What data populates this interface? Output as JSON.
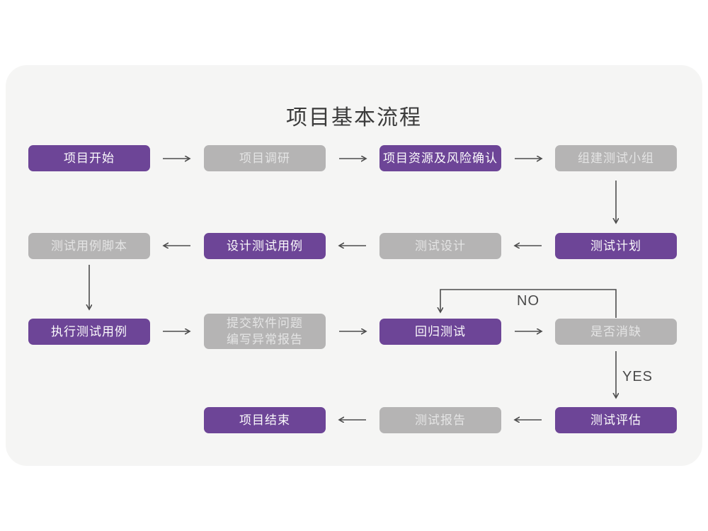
{
  "title": "项目基本流程",
  "colors": {
    "page_bg": "#FFFFFF",
    "card_bg": "#F5F5F4",
    "purple": "#6D4597",
    "gray": "#B5B4B4",
    "node_text_purple": "#FBFAFC",
    "node_text_gray": "#E4E4E4",
    "arrow": "#4D4D4D",
    "title_text": "#3B3B3B",
    "edge_label_text": "#4A4A4A"
  },
  "edge_labels": {
    "no": "NO",
    "yes": "YES"
  },
  "nodes": [
    {
      "id": "project-start",
      "label": "项目开始",
      "variant": "purple"
    },
    {
      "id": "project-research",
      "label": "项目调研",
      "variant": "gray"
    },
    {
      "id": "project-resource-risk",
      "label": "项目资源及风险确认",
      "variant": "purple"
    },
    {
      "id": "build-test-team",
      "label": "组建测试小组",
      "variant": "gray"
    },
    {
      "id": "test-plan",
      "label": "测试计划",
      "variant": "purple"
    },
    {
      "id": "test-design",
      "label": "测试设计",
      "variant": "gray"
    },
    {
      "id": "design-test-cases",
      "label": "设计测试用例",
      "variant": "purple"
    },
    {
      "id": "test-case-scripts",
      "label": "测试用例脚本",
      "variant": "gray"
    },
    {
      "id": "execute-test-cases",
      "label": "执行测试用例",
      "variant": "purple"
    },
    {
      "id": "submit-issue-report",
      "label": "提交软件问题\n编写异常报告",
      "variant": "gray"
    },
    {
      "id": "regression-test",
      "label": "回归测试",
      "variant": "purple"
    },
    {
      "id": "defect-cleared",
      "label": "是否消缺",
      "variant": "gray"
    },
    {
      "id": "test-evaluation",
      "label": "测试评估",
      "variant": "purple"
    },
    {
      "id": "test-report",
      "label": "测试报告",
      "variant": "gray"
    },
    {
      "id": "project-end",
      "label": "项目结束",
      "variant": "purple"
    }
  ]
}
